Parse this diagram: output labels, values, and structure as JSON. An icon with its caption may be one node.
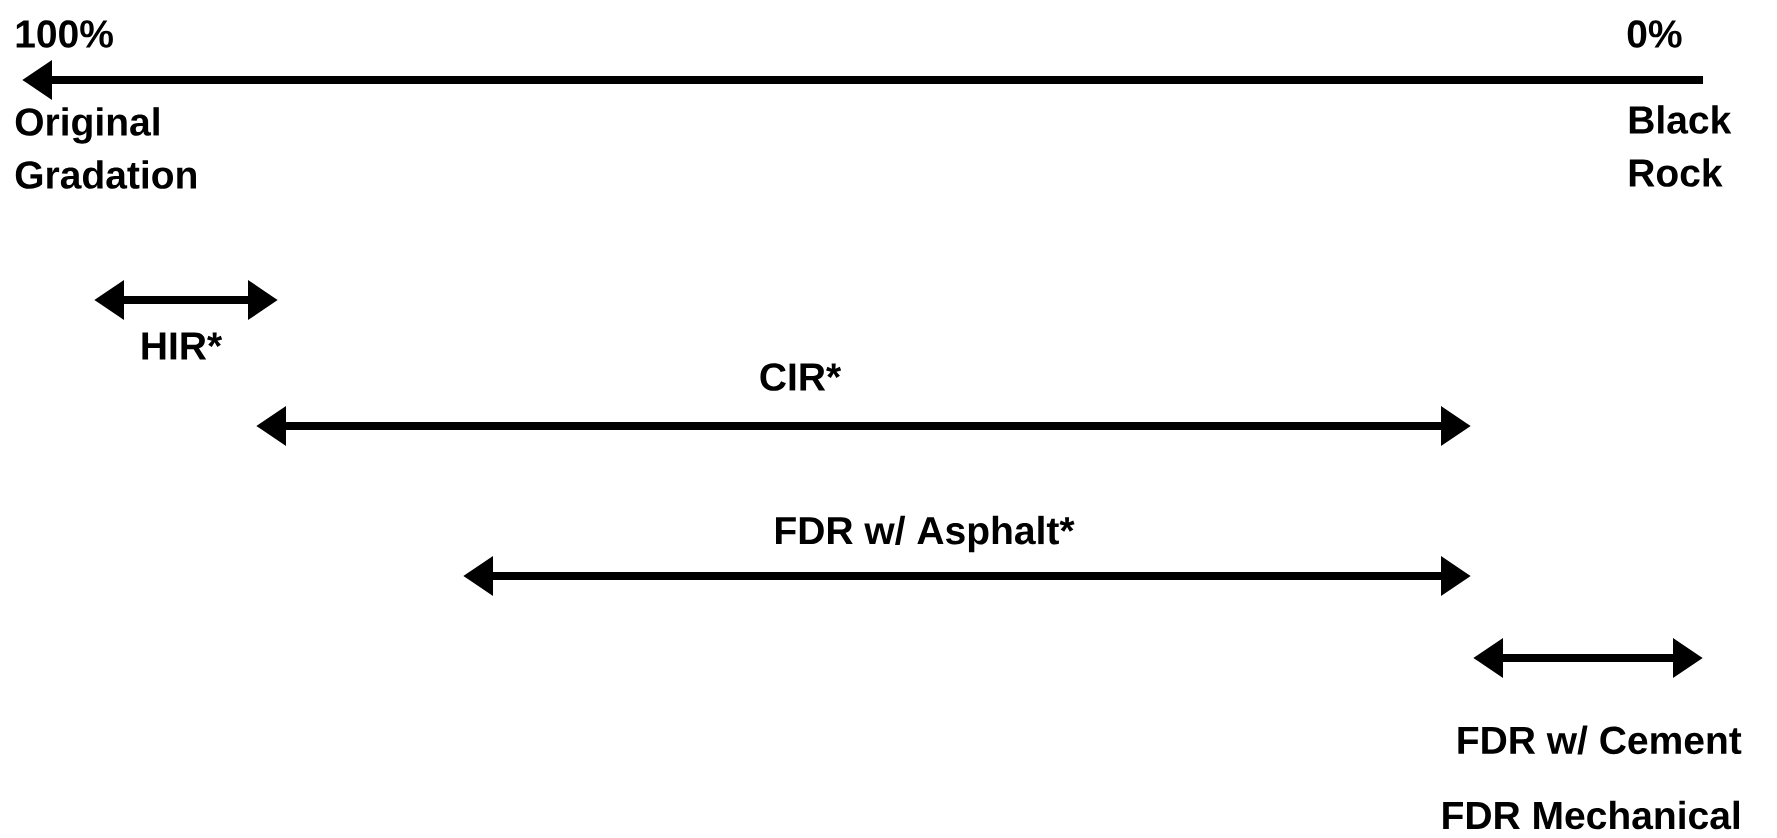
{
  "diagram": {
    "labels": [
      "100%",
      "0%",
      "Original Gradation",
      "Black Rock",
      "HIR*",
      "CIR*",
      "FDR w/ Asphalt*",
      "FDR w/ Cement",
      "FDR Mechanical"
    ]
  }
}
